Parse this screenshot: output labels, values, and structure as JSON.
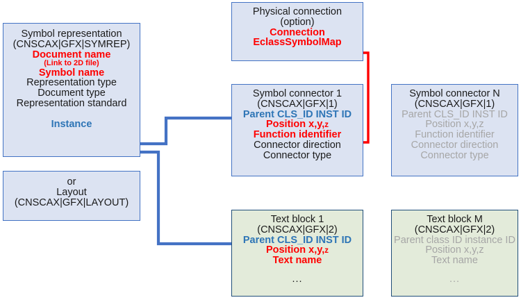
{
  "diagram": {
    "title": "Symbol representation structure diagram",
    "colors": {
      "box_blue_fill": "#dce3f2",
      "box_blue_border": "#4373c4",
      "box_green_fill": "#e3ebda",
      "box_green_border": "#1f4e79",
      "text_black": "#1a1a1a",
      "text_red": "#ff0000",
      "text_blue": "#2e75b6",
      "text_grey": "#a6a6a6",
      "wire_blue": "#4472c4",
      "wire_red": "#ff0000"
    }
  },
  "boxes": {
    "symbol_representation": {
      "name": "Symbol representation",
      "lines": [
        {
          "text": "Symbol representation",
          "style": "black"
        },
        {
          "text": "(CNSCAX|GFX|SYMREP)",
          "style": "black"
        },
        {
          "text": "Document name",
          "style": "red"
        },
        {
          "text": "(Link to 2D file)",
          "style": "red-small"
        },
        {
          "text": "Symbol name",
          "style": "red"
        },
        {
          "text": "Representation type",
          "style": "black"
        },
        {
          "text": "Document type",
          "style": "black"
        },
        {
          "text": "Representation standard",
          "style": "black"
        }
      ],
      "instance_label": "Instance"
    },
    "layout": {
      "name": "Layout alternative",
      "lines": [
        {
          "text": "or",
          "style": "black"
        },
        {
          "text": "Layout",
          "style": "black"
        },
        {
          "text": "(CNSCAX|GFX|LAYOUT)",
          "style": "black"
        }
      ]
    },
    "physical_connection": {
      "name": "Physical connection",
      "lines": [
        {
          "text": "Physical connection",
          "style": "black"
        },
        {
          "text": "(option)",
          "style": "black"
        },
        {
          "text": "Connection",
          "style": "red"
        },
        {
          "text": "EclassSymbolMap",
          "style": "red"
        }
      ]
    },
    "symbol_connector_1": {
      "name": "Symbol connector 1",
      "lines": [
        {
          "text": "Symbol connector 1",
          "style": "black"
        },
        {
          "text": "(CNSCAX|GFX|1)",
          "style": "black"
        },
        {
          "text": "Parent CLS_ID INST ID",
          "style": "blue"
        },
        {
          "text": "Position x,y,z",
          "style": "red-z"
        },
        {
          "text": "Function identifier",
          "style": "red"
        },
        {
          "text": "Connector direction",
          "style": "black"
        },
        {
          "text": "Connector type",
          "style": "black"
        }
      ]
    },
    "symbol_connector_n": {
      "name": "Symbol connector N",
      "lines": [
        {
          "text": "Symbol connector N",
          "style": "black"
        },
        {
          "text": "(CNSCAX|GFX|1)",
          "style": "black"
        },
        {
          "text": "Parent CLS_ID INST ID",
          "style": "grey"
        },
        {
          "text": "Position x,y,z",
          "style": "grey"
        },
        {
          "text": "Function identifier",
          "style": "grey"
        },
        {
          "text": "Connector direction",
          "style": "grey"
        },
        {
          "text": "Connector type",
          "style": "grey"
        }
      ]
    },
    "text_block_1": {
      "name": "Text block 1",
      "lines": [
        {
          "text": "Text block 1",
          "style": "black"
        },
        {
          "text": "(CNSCAX|GFX|2)",
          "style": "black"
        },
        {
          "text": "Parent CLS_ID INST ID",
          "style": "blue"
        },
        {
          "text": "Position x,y,z",
          "style": "red-z"
        },
        {
          "text": "Text name",
          "style": "red"
        },
        {
          "text": "...",
          "style": "black"
        }
      ]
    },
    "text_block_m": {
      "name": "Text block M",
      "lines": [
        {
          "text": "Text block M",
          "style": "black"
        },
        {
          "text": "(CNSCAX|GFX|2)",
          "style": "black"
        },
        {
          "text": "Parent class ID instance ID",
          "style": "grey"
        },
        {
          "text": "Position x,y,z",
          "style": "grey"
        },
        {
          "text": "Text name",
          "style": "grey"
        },
        {
          "text": "...",
          "style": "grey"
        }
      ]
    }
  },
  "connectors": [
    {
      "name": "connector-1-to-instance",
      "color": "#4472c4",
      "from": "symbol_connector_1.parent_cls_id",
      "to": "symbol_representation.instance"
    },
    {
      "name": "textblock-1-to-instance",
      "color": "#4472c4",
      "from": "text_block_1.parent_cls_id",
      "to": "symbol_representation.instance"
    },
    {
      "name": "function-identifier-to-eclasssymbolmap",
      "color": "#ff0000",
      "from": "symbol_connector_1.function_identifier",
      "to": "physical_connection.eclass_symbol_map"
    }
  ]
}
